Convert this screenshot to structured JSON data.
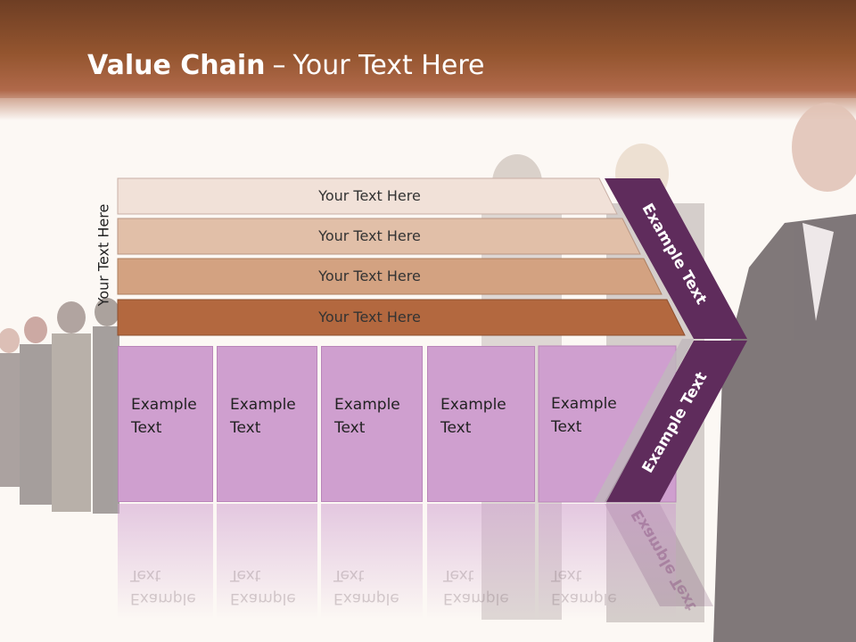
{
  "title": {
    "bold": "Value Chain",
    "separator": "–",
    "rest": "Your Text Here"
  },
  "vertical_label": "Your Text Here",
  "bars": [
    {
      "label": "Your Text Here",
      "color": "#f1e1d8"
    },
    {
      "label": "Your Text Here",
      "color": "#e1bfa8"
    },
    {
      "label": "Your Text Here",
      "color": "#d3a281"
    },
    {
      "label": "Your Text Here",
      "color": "#b3683f"
    }
  ],
  "boxes": [
    {
      "line1": "Example",
      "line2": "Text"
    },
    {
      "line1": "Example",
      "line2": "Text"
    },
    {
      "line1": "Example",
      "line2": "Text"
    },
    {
      "line1": "Example",
      "line2": "Text"
    },
    {
      "line1": "Example",
      "line2": "Text"
    }
  ],
  "chevron_top_label": "Example Text",
  "chevron_bottom_label": "Example Text",
  "colors": {
    "header": "#94552f",
    "chevron": "#5f2c5c",
    "box": "#cf9fcf"
  }
}
